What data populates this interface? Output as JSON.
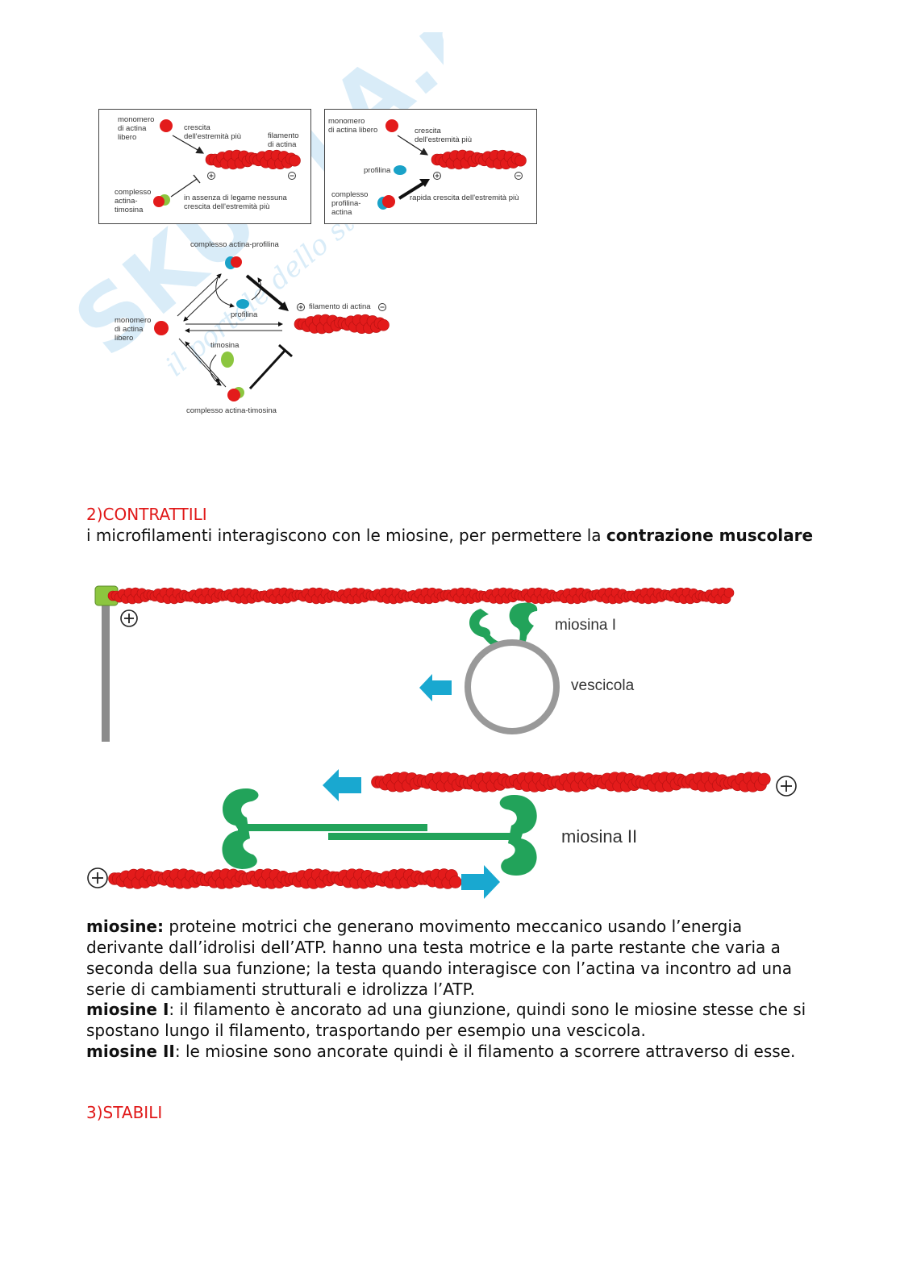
{
  "watermark": {
    "brand": "SKUOLA.net",
    "tagline": "il portale dello studente"
  },
  "fig1": {
    "panel_a": {
      "monomer": "monomero\ndi actina\nlibero",
      "growth": "crescita\ndell'estremità più",
      "filament": "filamento\ndi actina",
      "complex": "complesso\nactina-\ntimosina",
      "no_growth": "in assenza di legame nessuna\ncrescita dell'estremità più"
    },
    "panel_b": {
      "monomer": "monomero\ndi actina libero",
      "growth": "crescita\ndell'estremità più",
      "profilin": "profilina",
      "complex": "complesso\nprofilina-\nactina",
      "fast_growth": "rapida crescita dell'estremità più"
    },
    "cycle": {
      "actin_profilin": "complesso actina-profilina",
      "profilin": "profilina",
      "filament": "filamento di actina",
      "monomer": "monomero\ndi actina\nlibero",
      "thymosin": "timosina",
      "actin_thymosin": "complesso actina-timosina"
    },
    "plus": "+",
    "minus": "−"
  },
  "section2": {
    "heading": "2)CONTRATTILI",
    "intro_pre": "i microfilamenti interagiscono con le miosine, per permettere la ",
    "intro_bold": "contrazione muscolare"
  },
  "fig2": {
    "myosin1": "miosina I",
    "vesicle": "vescicola",
    "myosin2": "miosina II",
    "plus": "+"
  },
  "paragraphs": [
    {
      "bold": "miosine:",
      "text": " proteine motrici che generano movimento meccanico usando l’energia derivante dall’idrolisi dell’ATP. hanno una testa motrice e la parte restante che varia a seconda della sua funzione; la testa quando interagisce con l’actina va incontro ad una serie di cambiamenti strutturali e idrolizza l’ATP."
    },
    {
      "bold": "miosine I",
      "text": ": il filamento è ancorato ad una giunzione, quindi sono le miosine stesse che si spostano lungo il filamento, trasportando per esempio una vescicola."
    },
    {
      "bold": "miosine II",
      "text": ": le miosine sono ancorate quindi è il filamento a scorrere attraverso di esse."
    }
  ],
  "section3": {
    "heading": "3)STABILI"
  },
  "colors": {
    "heading": "#e01818",
    "actin": "#e31b1b",
    "myosin": "#22a35a",
    "arrow": "#19a8d0",
    "profilin": "#1aa2c8",
    "thymosin": "#8cc63f"
  }
}
